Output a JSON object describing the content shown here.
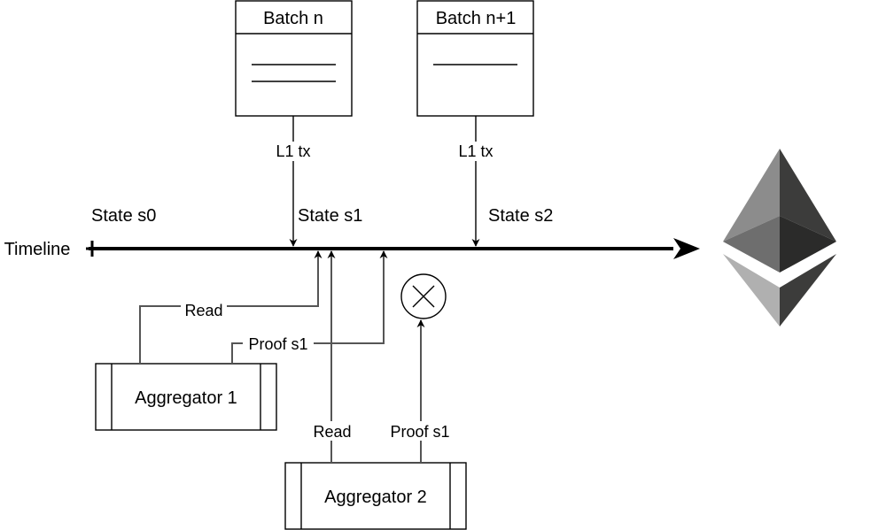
{
  "timeline": {
    "label": "Timeline",
    "states": [
      "State s0",
      "State s1",
      "State s2"
    ]
  },
  "batches": [
    {
      "title": "Batch n",
      "tx_label": "L1 tx"
    },
    {
      "title": "Batch n+1",
      "tx_label": "L1 tx"
    }
  ],
  "aggregators": [
    {
      "name": "Aggregator 1",
      "read_label": "Read",
      "proof_label": "Proof s1"
    },
    {
      "name": "Aggregator 2",
      "read_label": "Read",
      "proof_label": "Proof s1"
    }
  ],
  "icons": {
    "reject": "circle-x-icon",
    "ethereum": "ethereum-logo-icon"
  },
  "colors": {
    "line": "#000000",
    "aggregator_line": "#555555",
    "eth_dark": "#3c3c3b",
    "eth_mid": "#8c8c8c",
    "eth_light": "#c0c0c0"
  }
}
